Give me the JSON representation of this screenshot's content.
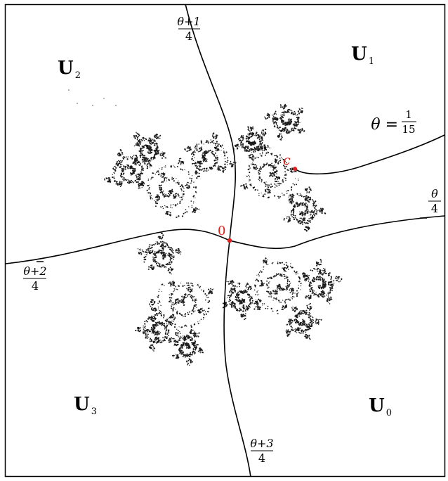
{
  "regions": [
    {
      "name": "region-u2",
      "letter": "U",
      "sub": "2"
    },
    {
      "name": "region-u1",
      "letter": "U",
      "sub": "1"
    },
    {
      "name": "region-u3",
      "letter": "U",
      "sub": "3"
    },
    {
      "name": "region-u0",
      "letter": "U",
      "sub": "0"
    }
  ],
  "rays": {
    "top": {
      "num": "θ+1",
      "den": "4"
    },
    "right": {
      "num": "θ",
      "den": "4"
    },
    "left": {
      "num": "θ+2",
      "den": "4"
    },
    "bottom": {
      "num": "θ+3",
      "den": "4"
    }
  },
  "theta_label": {
    "lhs": "θ =",
    "num": "1",
    "den": "15"
  },
  "points": {
    "origin": "0",
    "critical": "c"
  },
  "colors": {
    "curve": "#000000",
    "point": "#e0201c",
    "julia": "#1a1a1a",
    "frame": "#000000"
  }
}
